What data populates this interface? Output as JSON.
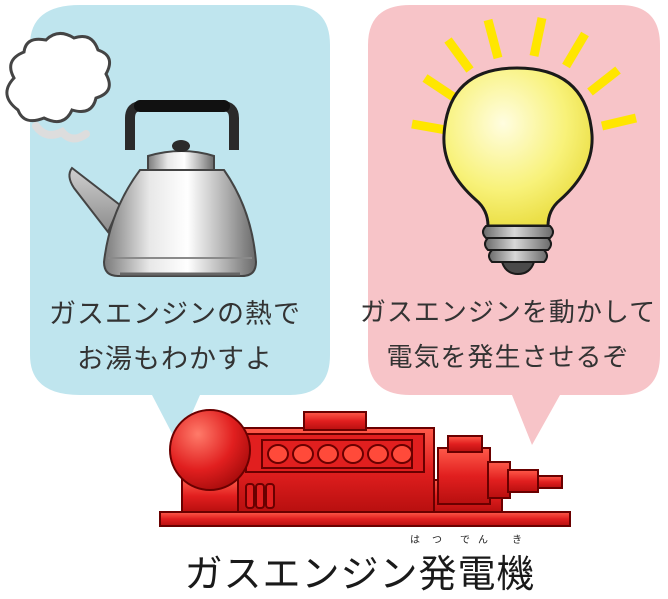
{
  "left_bubble": {
    "line1": "ガスエンジンの熱で",
    "line2": "お湯もわかすよ",
    "bg_color": "#bfe5ee"
  },
  "right_bubble": {
    "line1": "ガスエンジンを動かして",
    "line2": "電気を発生させるぞ",
    "bg_color": "#f7c4c8"
  },
  "title": {
    "text": "ガスエンジン発電機",
    "ruby": [
      "は",
      "つ",
      "で",
      "ん",
      "き"
    ]
  },
  "icons": [
    "kettle-icon",
    "steam-cloud-icon",
    "light-bulb-icon",
    "gas-engine-generator-icon"
  ],
  "colors": {
    "engine_red": "#e11f1f",
    "bulb_yellow": "#f8f27a",
    "rays_yellow": "#ffe600"
  }
}
